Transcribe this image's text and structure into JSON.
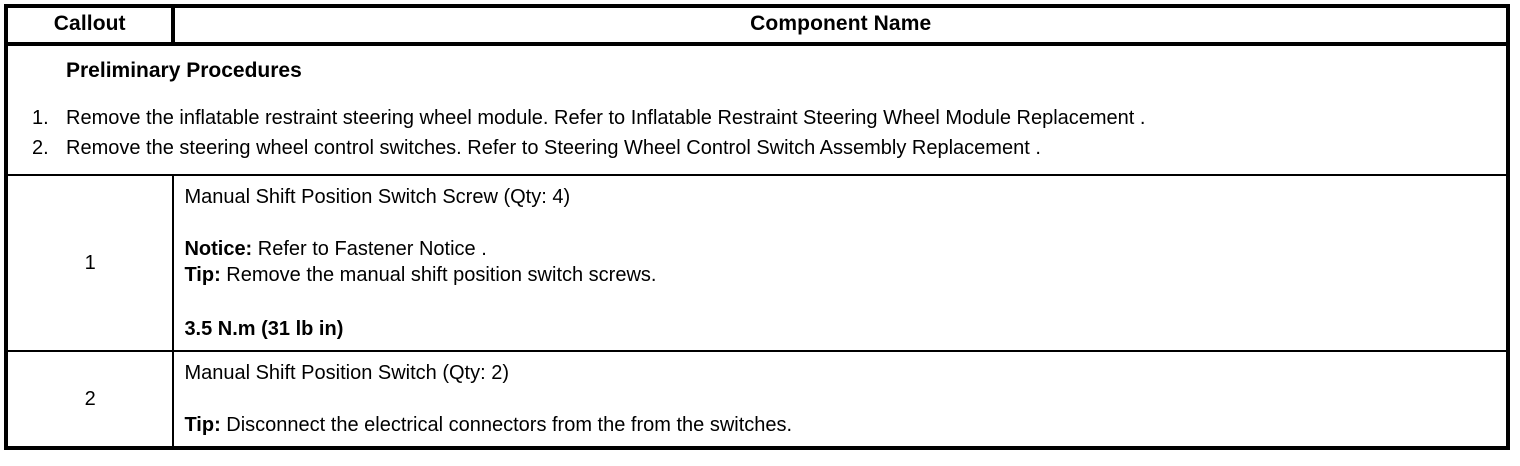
{
  "table": {
    "headers": {
      "callout": "Callout",
      "component_name": "Component Name"
    },
    "preliminary": {
      "title": "Preliminary Procedures",
      "steps": [
        {
          "number": "1.",
          "text": "Remove the inflatable restraint steering wheel module. Refer to Inflatable Restraint Steering Wheel Module Replacement ."
        },
        {
          "number": "2.",
          "text": "Remove the steering wheel control switches. Refer to Steering Wheel Control Switch Assembly Replacement ."
        }
      ]
    },
    "rows": [
      {
        "callout": "1",
        "component": "Manual Shift Position Switch Screw (Qty: 4)",
        "notice_label": "Notice:",
        "notice_text": " Refer to Fastener Notice .",
        "tip_label": "Tip:",
        "tip_text": " Remove the manual shift position switch screws.",
        "torque": "3.5 N.m (31 lb in)"
      },
      {
        "callout": "2",
        "component": "Manual Shift Position Switch (Qty: 2)",
        "tip_label": "Tip:",
        "tip_text": " Disconnect the electrical connectors from the from the switches."
      }
    ]
  },
  "colors": {
    "border": "#000000",
    "text": "#000000",
    "background": "#ffffff"
  }
}
